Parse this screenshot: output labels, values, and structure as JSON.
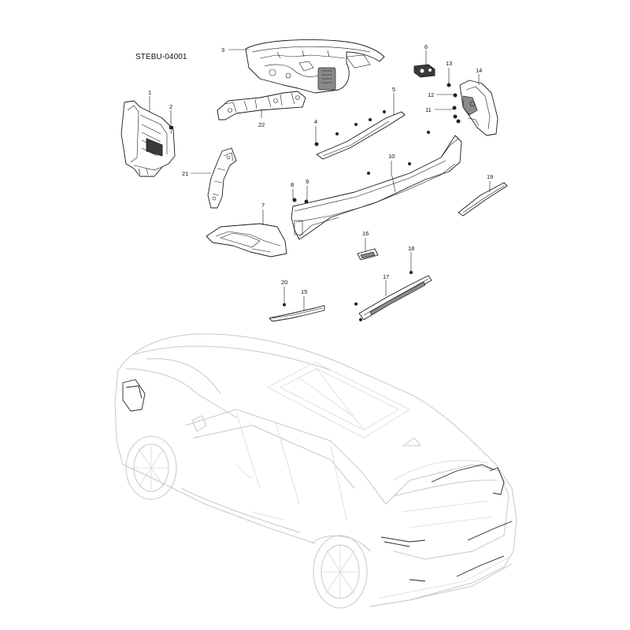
{
  "diagram_code": "STEBU-04001",
  "callouts": [
    {
      "id": "1",
      "label": "1"
    },
    {
      "id": "2",
      "label": "2"
    },
    {
      "id": "3",
      "label": "3"
    },
    {
      "id": "4",
      "label": "4"
    },
    {
      "id": "5",
      "label": "5"
    },
    {
      "id": "6",
      "label": "6"
    },
    {
      "id": "7",
      "label": "7"
    },
    {
      "id": "8",
      "label": "8"
    },
    {
      "id": "9",
      "label": "9"
    },
    {
      "id": "10",
      "label": "10"
    },
    {
      "id": "11",
      "label": "11"
    },
    {
      "id": "12",
      "label": "12"
    },
    {
      "id": "13",
      "label": "13"
    },
    {
      "id": "14",
      "label": "14"
    },
    {
      "id": "15",
      "label": "15"
    },
    {
      "id": "16",
      "label": "16"
    },
    {
      "id": "17",
      "label": "17"
    },
    {
      "id": "18",
      "label": "18"
    },
    {
      "id": "19",
      "label": "19"
    },
    {
      "id": "20",
      "label": "20"
    },
    {
      "id": "21",
      "label": "21"
    },
    {
      "id": "22",
      "label": "22"
    }
  ]
}
